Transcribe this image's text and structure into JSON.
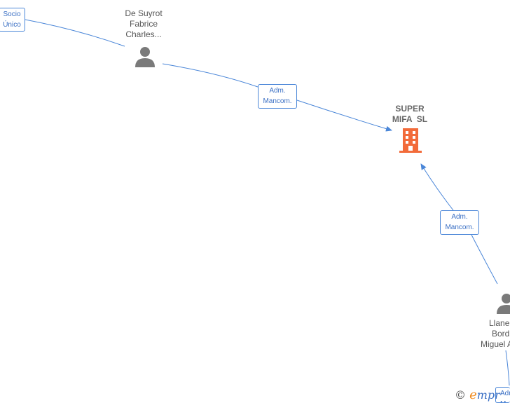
{
  "nodes": {
    "person_top": {
      "lines": [
        "De Suyrot",
        "Fabrice",
        "Charles..."
      ]
    },
    "company": {
      "lines": [
        "SUPER",
        "MIFA  SL"
      ],
      "color": "#f26b3a"
    },
    "person_bottom": {
      "lines": [
        "Llane",
        "Bord",
        "Miguel A"
      ]
    }
  },
  "edges": {
    "socio_unico": {
      "lines": [
        "Socio",
        "Único"
      ]
    },
    "adm_top": {
      "lines": [
        "Adm.",
        "Mancom."
      ]
    },
    "adm_bottom": {
      "lines": [
        "Adm.",
        "Mancom."
      ]
    },
    "adm_corner": {
      "lines": [
        "Adm",
        "M"
      ]
    }
  },
  "colors": {
    "edge": "#4a86d8",
    "person_icon": "#7a7a7a"
  },
  "watermark": {
    "copyright": "©",
    "brand_initial": "e",
    "brand_rest": "mpr"
  }
}
